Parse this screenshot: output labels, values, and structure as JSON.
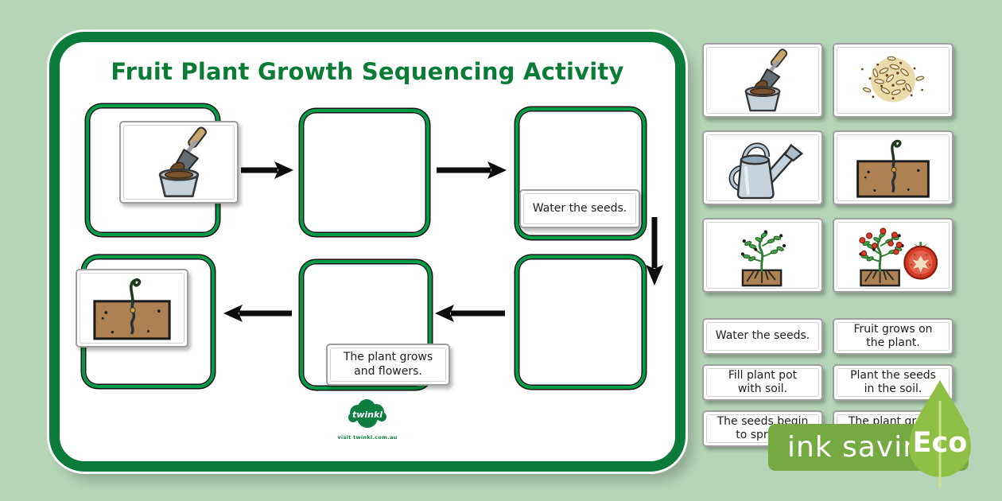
{
  "title": "Fruit Plant Growth Sequencing Activity",
  "colors": {
    "background": "#b6d5b7",
    "board_border": "#0b7b3c",
    "box_border": "#009c46",
    "title": "#0a7c35",
    "badge": "#74aa41",
    "leaf": "#8fbf45",
    "soil": "#ad8152",
    "tomato": "#d83a28"
  },
  "board": {
    "placed_image_cards": [
      {
        "slot": 1,
        "icon": "trowel-in-pot-image"
      },
      {
        "slot": 4,
        "icon": "seed-sprouting-image"
      }
    ],
    "placed_text_cards": [
      {
        "slot": 3,
        "label": "Water the seeds."
      },
      {
        "slot": 5,
        "label": "The plant grows\nand flowers."
      }
    ],
    "logo": {
      "brand": "twinkl",
      "tagline": "visit twinkl.com.au"
    }
  },
  "panel": {
    "picture_cards": [
      {
        "icon": "trowel-in-pot-image"
      },
      {
        "icon": "seed-pile-image"
      },
      {
        "icon": "watering-can-image"
      },
      {
        "icon": "seed-sprouting-image"
      },
      {
        "icon": "plant-growing-image"
      },
      {
        "icon": "fruit-on-plant-image"
      }
    ],
    "text_cards": [
      "Water the seeds.",
      "Fruit grows on\nthe plant.",
      "Fill plant pot\nwith soil.",
      "Plant the seeds\nin the soil.",
      "The seeds begin\nto sprout.",
      "The plant grows\nand flowers."
    ]
  },
  "badge": {
    "label": "ink saving",
    "eco": "Eco"
  }
}
